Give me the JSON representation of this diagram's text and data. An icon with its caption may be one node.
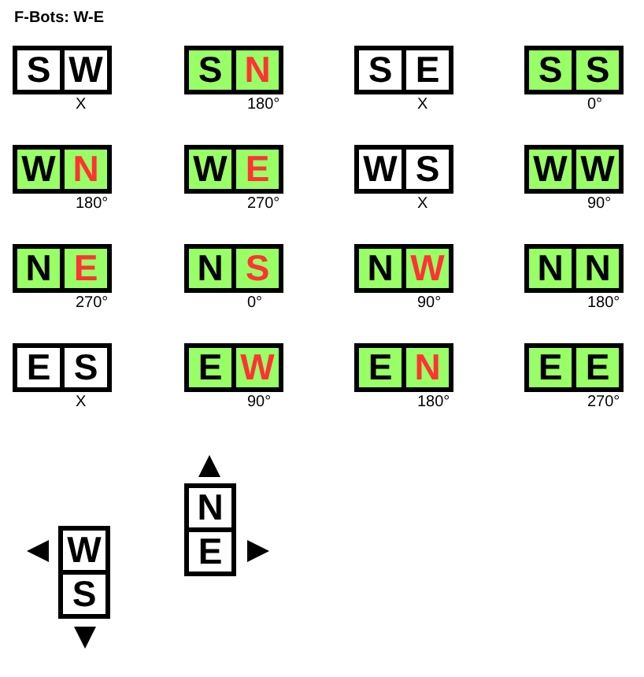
{
  "diagram": {
    "title": "F-Bots: W-E",
    "nodes": [
      {
        "text": [],
        "shape": "box",
        "beside": [
          "X"
        ]
      },
      {
        "text": [
          "S"
        ],
        "in": 0
      },
      {
        "text": [
          "W"
        ],
        "in": 0
      },
      {
        "text": [],
        "shape": "box",
        "beside": [
          "180°"
        ]
      },
      {
        "text": [
          "S"
        ],
        "in": 3
      },
      {
        "text": [
          "N"
        ],
        "in": 3
      },
      {
        "text": [],
        "shape": "box",
        "beside": [
          "X"
        ]
      },
      {
        "text": [
          "S"
        ],
        "in": 6
      },
      {
        "text": [
          "E"
        ],
        "in": 6
      },
      {
        "text": [],
        "shape": "box",
        "beside": [
          "0°"
        ]
      },
      {
        "text": [
          "S"
        ],
        "in": 9
      },
      {
        "text": [
          "S"
        ],
        "in": 9
      },
      {
        "text": [],
        "shape": "box",
        "beside": [
          "180°"
        ]
      },
      {
        "text": [
          "W"
        ],
        "in": 12
      },
      {
        "text": [
          "N"
        ],
        "in": 12
      },
      {
        "text": [],
        "shape": "box",
        "beside": [
          "270°"
        ]
      },
      {
        "text": [
          "W"
        ],
        "in": 15
      },
      {
        "text": [
          "E"
        ],
        "in": 15
      },
      {
        "text": [],
        "shape": "box",
        "beside": [
          "X"
        ]
      },
      {
        "text": [
          "W"
        ],
        "in": 18
      },
      {
        "text": [
          "S"
        ],
        "in": 18
      },
      {
        "text": [],
        "shape": "box",
        "beside": [
          "90°"
        ]
      },
      {
        "text": [
          "W"
        ],
        "in": 21
      },
      {
        "text": [
          "W"
        ],
        "in": 21
      },
      {
        "text": [],
        "shape": "box",
        "beside": [
          "270°"
        ]
      },
      {
        "text": [
          "N"
        ],
        "in": 24
      },
      {
        "text": [
          "E"
        ],
        "in": 24
      },
      {
        "text": [],
        "shape": "box",
        "beside": [
          "0°"
        ]
      },
      {
        "text": [
          "N"
        ],
        "in": 27
      },
      {
        "text": [
          "S"
        ],
        "in": 27
      },
      {
        "text": [],
        "shape": "box",
        "beside": [
          "90°"
        ]
      },
      {
        "text": [
          "N"
        ],
        "in": 30
      },
      {
        "text": [
          "W"
        ],
        "in": 30
      },
      {
        "text": [],
        "shape": "box",
        "beside": [
          "180°"
        ]
      },
      {
        "text": [
          "N"
        ],
        "in": 33
      },
      {
        "text": [
          "N"
        ],
        "in": 33
      },
      {
        "text": [],
        "shape": "box",
        "beside": [
          "X"
        ]
      },
      {
        "text": [
          "E"
        ],
        "in": 36
      },
      {
        "text": [
          "S"
        ],
        "in": 36
      },
      {
        "text": [],
        "shape": "box",
        "beside": [
          "90°"
        ]
      },
      {
        "text": [
          "E"
        ],
        "in": 39
      },
      {
        "text": [
          "W"
        ],
        "in": 39
      },
      {
        "text": [],
        "shape": "box",
        "beside": [
          "180°"
        ]
      },
      {
        "text": [
          "E"
        ],
        "in": 42
      },
      {
        "text": [
          "N"
        ],
        "in": 42
      },
      {
        "text": [],
        "shape": "box",
        "beside": [
          "270°"
        ]
      },
      {
        "text": [
          "E"
        ],
        "in": 45
      },
      {
        "text": [
          "E"
        ],
        "in": 45
      },
      {
        "text": [],
        "shape": "box"
      },
      {
        "text": [
          "N"
        ],
        "in": 48
      },
      {
        "text": [
          "E"
        ],
        "in": 48
      },
      {
        "text": [],
        "shape": "box"
      },
      {
        "text": [
          "W"
        ],
        "in": 51
      },
      {
        "text": [
          "S"
        ],
        "in": 51
      }
    ]
  }
}
